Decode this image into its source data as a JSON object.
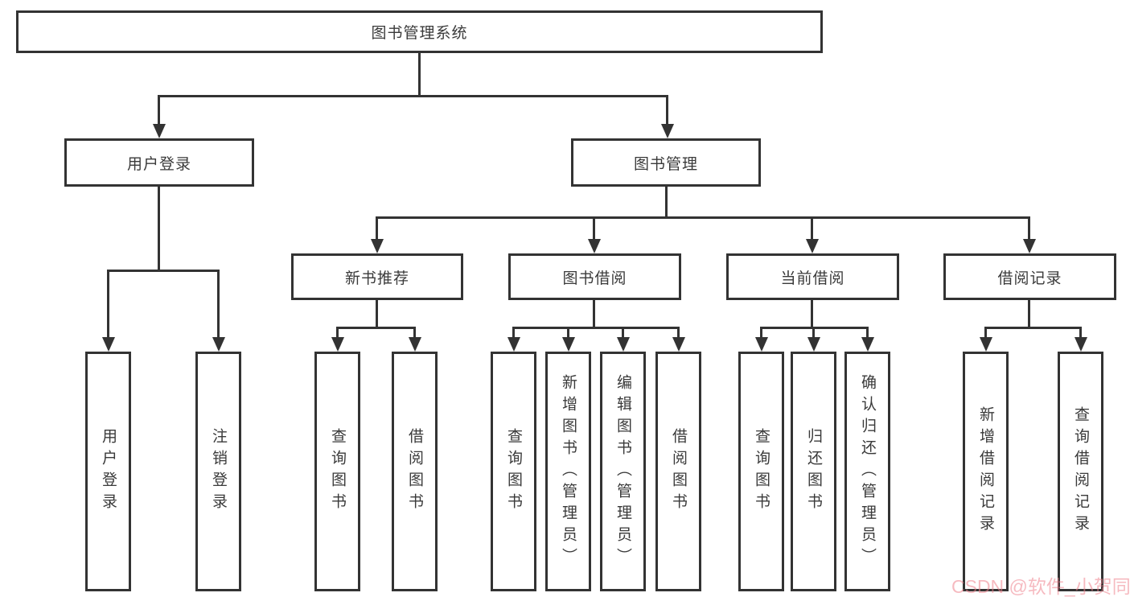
{
  "diagram": {
    "root": {
      "label": "图书管理系统"
    },
    "branches": [
      {
        "label": "用户登录",
        "leaves": [
          "用户登录",
          "注销登录"
        ]
      },
      {
        "label": "图书管理",
        "groups": [
          {
            "label": "新书推荐",
            "leaves": [
              "查询图书",
              "借阅图书"
            ]
          },
          {
            "label": "图书借阅",
            "leaves": [
              "查询图书",
              "新增图书（管理员）",
              "编辑图书（管理员）",
              "借阅图书"
            ]
          },
          {
            "label": "当前借阅",
            "leaves": [
              "查询图书",
              "归还图书",
              "确认归还（管理员）"
            ]
          },
          {
            "label": "借阅记录",
            "leaves": [
              "新增借阅记录",
              "查询借阅记录"
            ]
          }
        ]
      }
    ],
    "colors": {
      "line": "#333333",
      "text": "#3a3a3a",
      "watermark": "#ee828c"
    }
  },
  "watermark": {
    "text": "CSDN @软件_小贺同学"
  }
}
